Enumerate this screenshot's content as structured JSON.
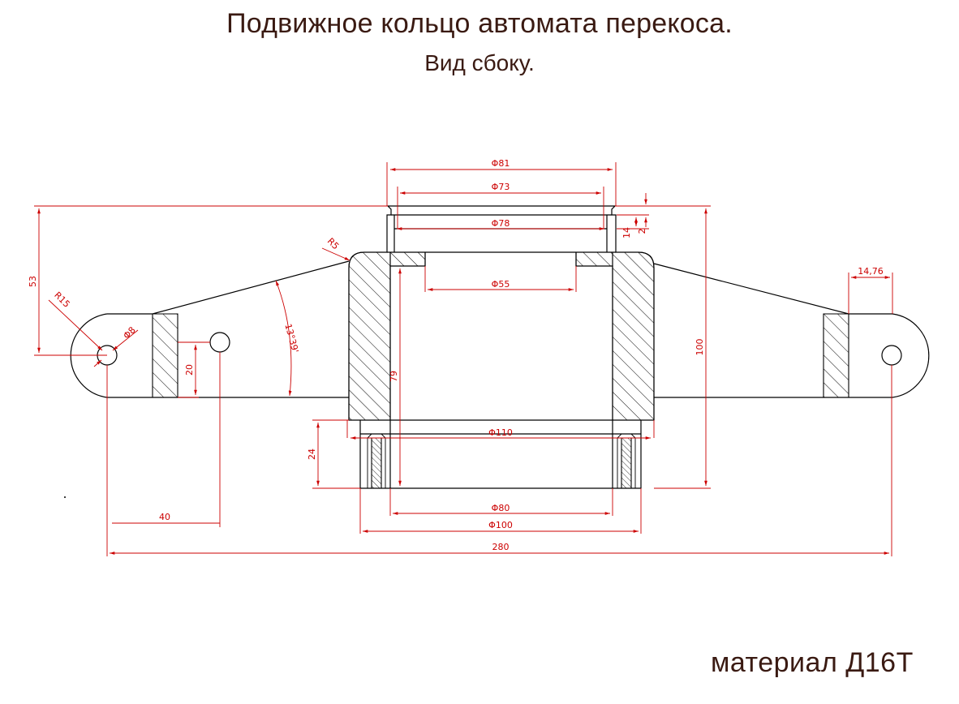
{
  "title": "Подвижное кольцо автомата перекоса.",
  "subtitle": "Вид сбоку.",
  "material": "материал  Д16Т",
  "dimensions": {
    "d81": "Φ81",
    "d73": "Φ73",
    "d78": "Φ78",
    "d55": "Φ55",
    "d110": "Φ110",
    "d80": "Φ80",
    "d100": "Φ100",
    "d8": "Φ8",
    "r15": "R15",
    "r5": "R5",
    "h53": "53",
    "h14": "14",
    "h2": "2",
    "h100": "100",
    "h79": "79",
    "h20": "20",
    "h24": "24",
    "w40": "40",
    "w280": "280",
    "w14_76": "14,76",
    "angle": "13°39'"
  },
  "colors": {
    "outline": "#000000",
    "dimension": "#cc0000",
    "text": "#3a1a12"
  }
}
